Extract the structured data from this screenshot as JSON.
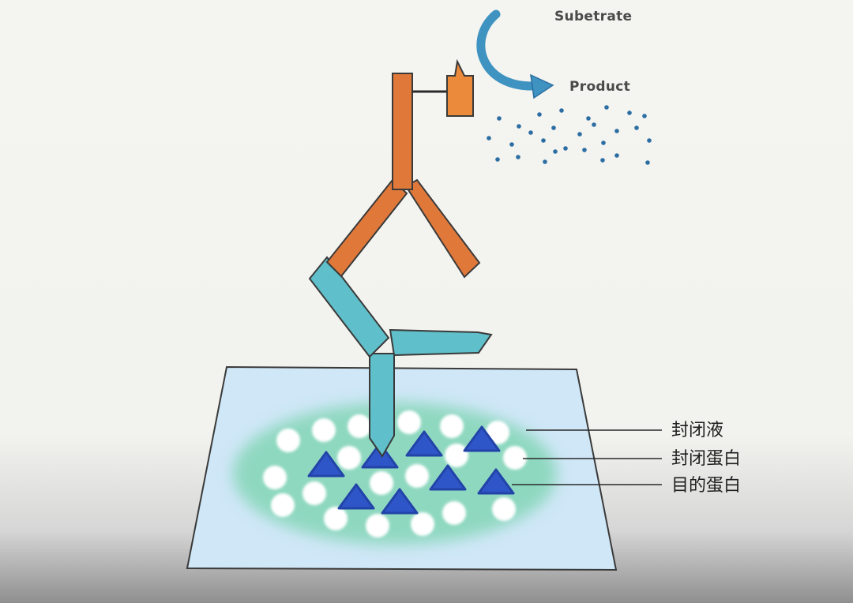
{
  "labels": {
    "substrate": "Subetrate",
    "product": "Product",
    "blocking_solution": "封闭液",
    "blocking_protein": "封闭蛋白",
    "target_protein": "目的蛋白"
  },
  "colors": {
    "primary_antibody": "#5fbfca",
    "secondary_antibody": "#e0783a",
    "enzyme": "#ec8a3c",
    "substrate_arrow": "#3f93c0",
    "product_dots": "#2c6ea3",
    "membrane": "#cfe7f7",
    "blocking_layer": "#8fd8c0",
    "blocking_protein": "#ffffff",
    "target_protein": "#2f56c8"
  }
}
